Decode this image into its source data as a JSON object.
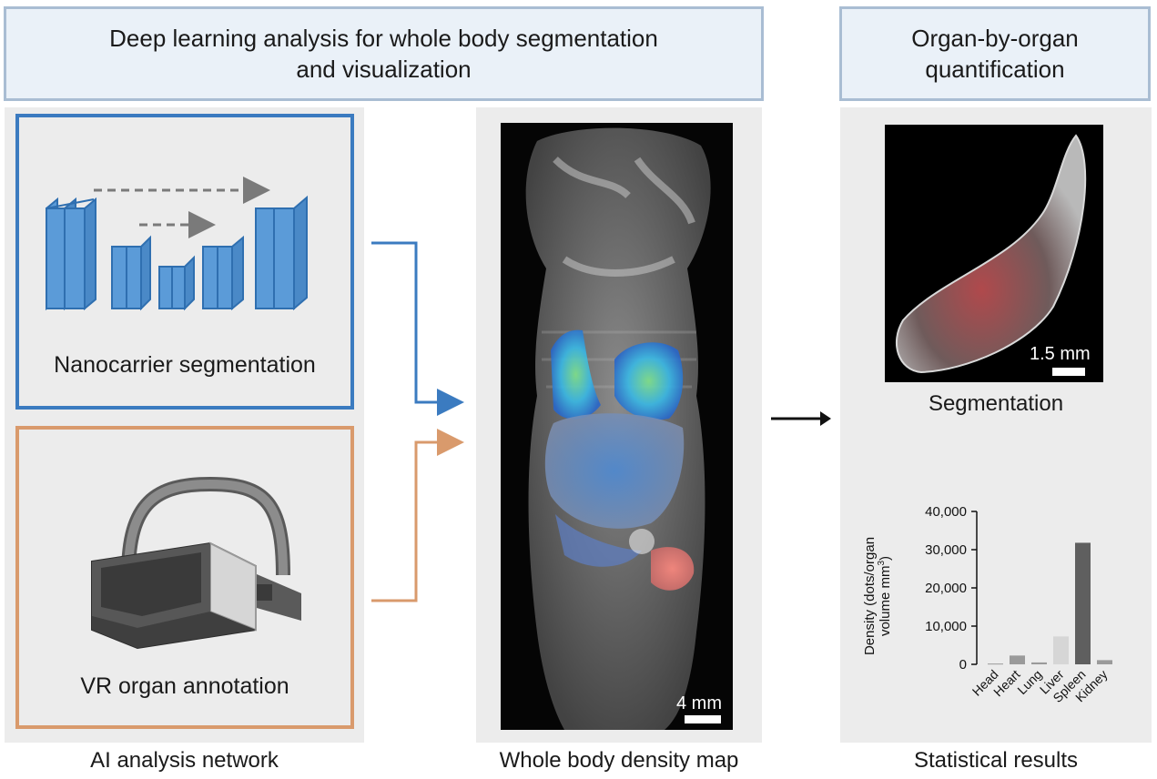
{
  "headers": {
    "left_line1": "Deep learning analysis for whole body segmentation",
    "left_line2": "and visualization",
    "right_line1": "Organ-by-organ",
    "right_line2": "quantification"
  },
  "panels": {
    "nanocarrier_label": "Nanocarrier segmentation",
    "vr_label": "VR organ annotation",
    "ai_caption": "AI analysis network",
    "density_caption": "Whole body density map",
    "density_scale": "4 mm",
    "segmentation_scale": "1.5 mm",
    "segmentation_label": "Segmentation",
    "stats_caption": "Statistical results"
  },
  "colors": {
    "blue_accent": "#3b7bc0",
    "orange_accent": "#d99a6c",
    "header_fill": "#eaf1f8",
    "header_border": "#a9bdd3",
    "panel_fill": "#ececec"
  },
  "chart_data": {
    "type": "bar",
    "categories": [
      "Head",
      "Heart",
      "Lung",
      "Liver",
      "Spleen",
      "Kidney"
    ],
    "values": [
      200,
      2300,
      500,
      7300,
      31800,
      1100
    ],
    "bar_colors": [
      "#9a9a9a",
      "#9a9a9a",
      "#9a9a9a",
      "#d6d6d6",
      "#5f5f5f",
      "#9a9a9a"
    ],
    "ylabel_line1": "Density (dots/organ",
    "ylabel_line2": "volume mm",
    "ylabel_sup": "3",
    "ylabel_close": ")",
    "yticks": [
      "0",
      "10,000",
      "20,000",
      "30,000",
      "40,000"
    ],
    "ylim": [
      0,
      40000
    ],
    "grid": false
  }
}
